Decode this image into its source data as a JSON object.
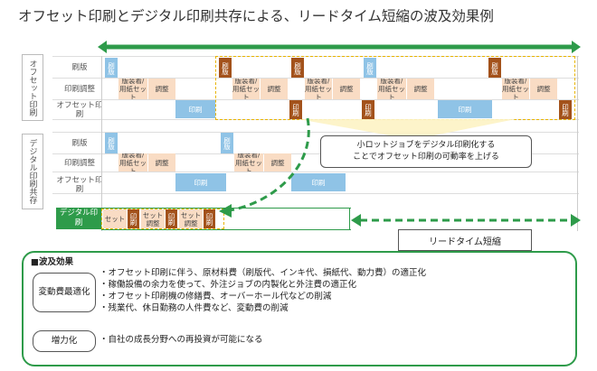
{
  "title": "オフセット印刷とデジタル印刷共存による、リードタイム短縮の波及効果例",
  "sections": {
    "offset_label": "オフセット印刷",
    "coexist_label": "デジタル印刷共存"
  },
  "rows": {
    "plate": "刷版",
    "prep": "印刷調整",
    "offset_print": "オフセット印刷",
    "digital": "デジタル印刷"
  },
  "bars": {
    "plate": "刷版",
    "setup": "版装着/用紙セット",
    "adjust": "調整",
    "print": "印刷",
    "set": "セット",
    "set_adjust": "セット調整"
  },
  "callout": {
    "line1": "小ロットジョブをデジタル印刷化する",
    "line2": "ことでオフセット印刷の可動率を上げる"
  },
  "leadtime_label": "リードタイム短縮",
  "effects": {
    "header": "■波及効果",
    "variable_cost_label": "変動費最適化",
    "items": [
      "・オフセット印刷に伴う、原材料費（刷版代、インキ代、損紙代、動力費）の適正化",
      "・稼働設備の余力を使って、外注ジョブの内製化と外注費の適正化",
      "・オフセット印刷機の修繕費、オーバーホール代などの削減",
      "・残業代、休日勤務の人件費など、変動費の削減"
    ],
    "revenue_label": "増力化",
    "revenue_item": "・自社の成長分野への再投資が可能になる"
  },
  "colors": {
    "green": "#2e9b4a",
    "blue": "#8fc3e6",
    "peach": "#f9dcc4",
    "brown": "#a3521b",
    "yellow": "#e8b400"
  }
}
